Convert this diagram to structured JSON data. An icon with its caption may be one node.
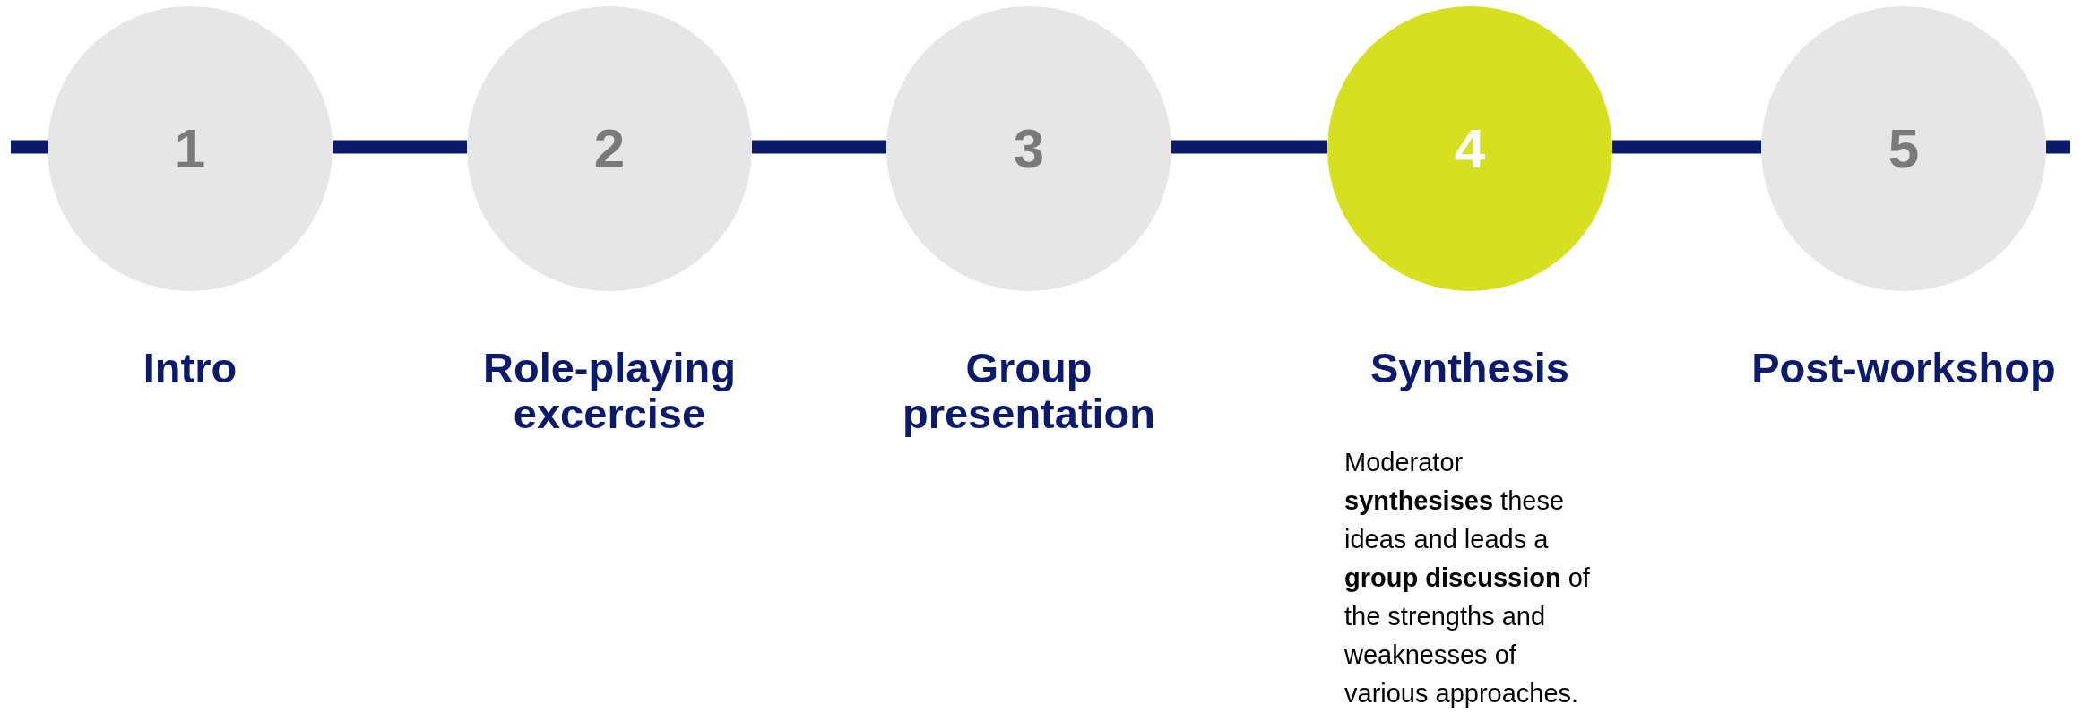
{
  "diagram": {
    "nodes": [
      {
        "text": [
          "1",
          "Intro"
        ]
      },
      {
        "text": [
          "2",
          "Role-playing excercise"
        ]
      },
      {
        "text": [
          "3",
          "Group presentation"
        ]
      },
      {
        "text": [
          "4",
          "Synthesis",
          "Moderator **synthesises** these ideas and leads a **group discussion** of the strengths and weaknesses of various approaches."
        ]
      },
      {
        "text": [
          "5",
          "Post-workshop"
        ]
      }
    ],
    "edges": [
      {
        "from": null,
        "to": 0,
        "arrow": "none"
      },
      {
        "from": 0,
        "to": 1,
        "arrow": "none"
      },
      {
        "from": 1,
        "to": 2,
        "arrow": "none"
      },
      {
        "from": 2,
        "to": 3,
        "arrow": "none"
      },
      {
        "from": 3,
        "to": 4,
        "arrow": "none"
      },
      {
        "from": 4,
        "to": null,
        "arrow": "none"
      }
    ]
  }
}
